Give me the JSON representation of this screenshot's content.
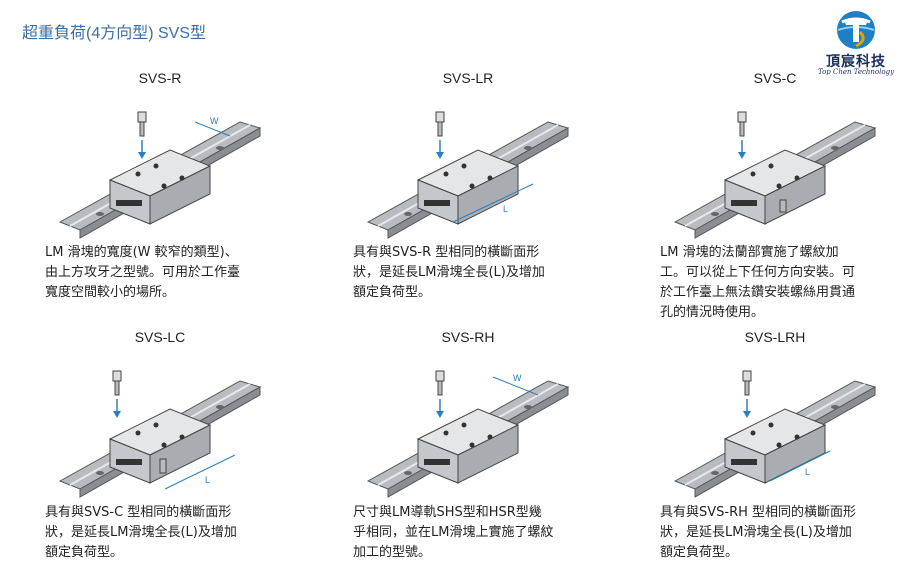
{
  "title": "超重負荷(4方向型) SVS型",
  "logo": {
    "name_cn": "頂宸科技",
    "name_en": "Top Chen Technology"
  },
  "cards": [
    {
      "title": "SVS-R",
      "desc": [
        "LM 滑塊的寬度(W 較窄的類型)、",
        "由上方攻牙之型號。可用於工作臺",
        "寬度空間較小的場所。"
      ],
      "dim": "W"
    },
    {
      "title": "SVS-LR",
      "desc": [
        "具有與SVS-R 型相同的橫斷面形",
        "狀，是延長LM滑塊全長(L)及增加",
        "額定負荷型。"
      ],
      "dim": "L"
    },
    {
      "title": "SVS-C",
      "desc": [
        "LM 滑塊的法蘭部實施了螺紋加",
        "工。可以從上下任何方向安裝。可",
        "於工作臺上無法鑽安裝螺絲用貫通",
        "孔的情況時使用。"
      ],
      "dim": ""
    },
    {
      "title": "SVS-LC",
      "desc": [
        "具有與SVS-C 型相同的橫斷面形",
        "狀，是延長LM滑塊全長(L)及增加",
        "額定負荷型。"
      ],
      "dim": "L"
    },
    {
      "title": "SVS-RH",
      "desc": [
        "尺寸與LM導軌SHS型和HSR型幾",
        "乎相同，並在LM滑塊上實施了螺紋",
        "加工的型號。"
      ],
      "dim": "W"
    },
    {
      "title": "SVS-LRH",
      "desc": [
        "具有與SVS-RH 型相同的橫斷面形",
        "狀，是延長LM滑塊全長(L)及增加",
        "額定負荷型。"
      ],
      "dim": "L"
    }
  ]
}
